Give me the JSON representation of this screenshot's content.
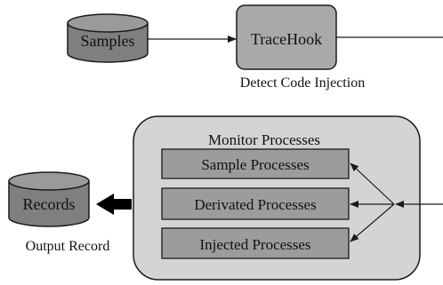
{
  "nodes": {
    "samples": "Samples",
    "tracehook": "TraceHook",
    "tracehook_caption": "Detect Code Injection",
    "monitor_title": "Monitor Processes",
    "sample_processes": "Sample Processes",
    "derivated_processes": "Derivated Processes",
    "injected_processes": "Injected Processes",
    "records": "Records",
    "records_caption": "Output Record"
  },
  "colors": {
    "cylinder_fill": "#7f7f7f",
    "cylinder_top": "#9a9a9a",
    "box_fill": "#a9a9a9",
    "panel_fill": "#d4d4d4",
    "process_fill": "#9c9c9c",
    "stroke": "#1a1a1a"
  }
}
